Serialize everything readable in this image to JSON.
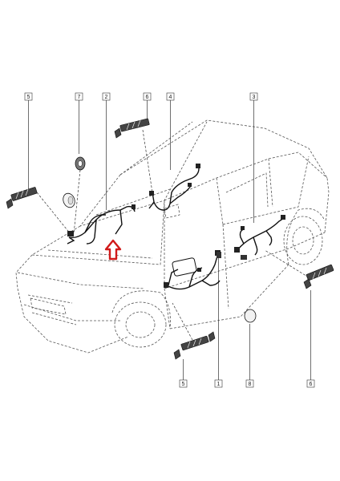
{
  "callouts": {
    "top": [
      {
        "id": "callout-top-5",
        "label": "5"
      },
      {
        "id": "callout-top-7",
        "label": "7"
      },
      {
        "id": "callout-top-2",
        "label": "2"
      },
      {
        "id": "callout-top-6",
        "label": "6"
      },
      {
        "id": "callout-top-4",
        "label": "4"
      },
      {
        "id": "callout-top-3",
        "label": "3"
      }
    ],
    "bottom": [
      {
        "id": "callout-bottom-5",
        "label": "5"
      },
      {
        "id": "callout-bottom-1",
        "label": "1"
      },
      {
        "id": "callout-bottom-8",
        "label": "8"
      },
      {
        "id": "callout-bottom-6",
        "label": "6"
      }
    ]
  },
  "colors": {
    "highlight_arrow": "#d11a1a",
    "harness": "#111111",
    "car_outline": "#555555"
  },
  "icons": {
    "highlight_arrow": "up-arrow-icon",
    "bolt": "bolt-icon",
    "grommet": "grommet-icon",
    "connector_box": "connector-box-icon"
  }
}
